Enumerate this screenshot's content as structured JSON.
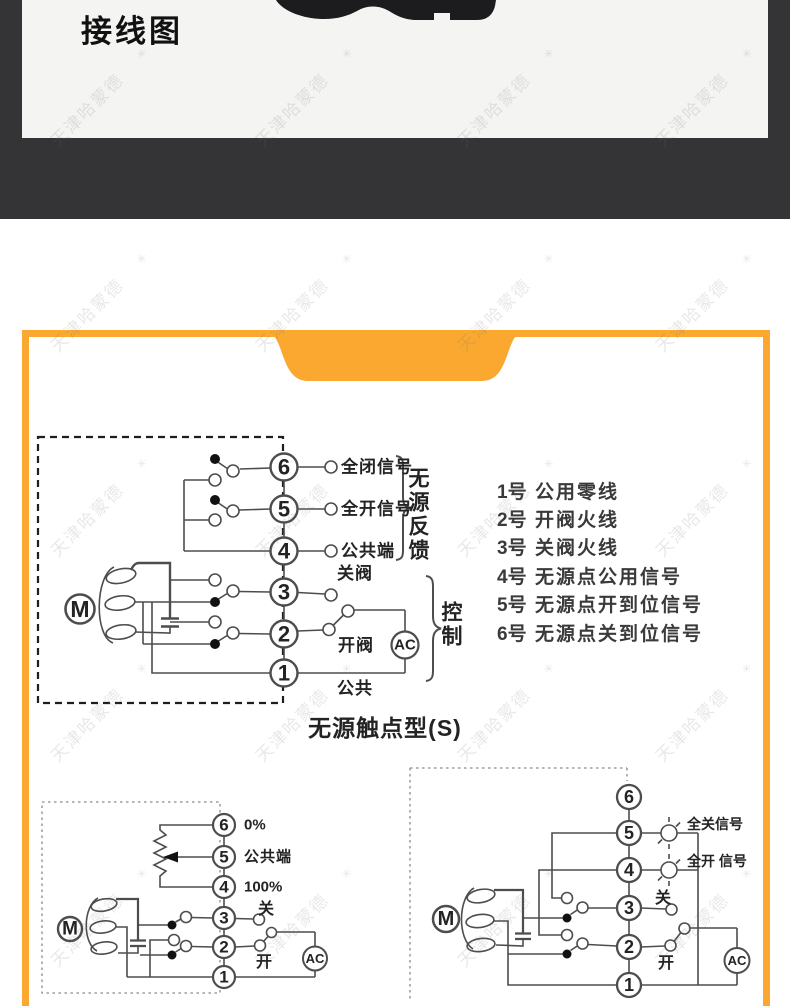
{
  "colors": {
    "accent": "#FAA830",
    "hero_band": "#343437",
    "photo_bg": "#f4f4f3",
    "line": "#4d4d4d",
    "ink": "#232323"
  },
  "watermark": {
    "text": "天津哈蒙德",
    "sparkle": "✳"
  },
  "panel": {
    "title": "接线图"
  },
  "main_diagram": {
    "terminals": [
      "6",
      "5",
      "4",
      "3",
      "2",
      "1"
    ],
    "labels": {
      "t6": "全闭信号",
      "t5": "全开信号",
      "t4": "公共端",
      "t3": "关阀",
      "t2": "开阀",
      "t1": "公共",
      "ac": "AC",
      "motor": "M",
      "feedback_brace": "无源反馈",
      "control_brace": "控制"
    },
    "caption": "无源触点型(S)"
  },
  "terminal_list": {
    "items": [
      {
        "num": "1号",
        "desc": "公用零线"
      },
      {
        "num": "2号",
        "desc": "开阀火线"
      },
      {
        "num": "3号",
        "desc": "关阀火线"
      },
      {
        "num": "4号",
        "desc": "无源点公用信号"
      },
      {
        "num": "5号",
        "desc": "无源点开到位信号"
      },
      {
        "num": "6号",
        "desc": "无源点关到位信号"
      }
    ]
  },
  "diagram_pot": {
    "terminals": [
      "6",
      "5",
      "4",
      "3",
      "2",
      "1"
    ],
    "labels": {
      "t6": "0%",
      "t5": "公共端",
      "t4": "100%",
      "t3": "关",
      "t2": "开",
      "ac": "AC",
      "motor": "M"
    }
  },
  "diagram_lamp": {
    "terminals": [
      "6",
      "5",
      "4",
      "3",
      "2",
      "1"
    ],
    "labels": {
      "t5": "全关信号",
      "t4": "全开 信号",
      "t3": "关",
      "t2": "开",
      "ac": "AC",
      "motor": "M"
    }
  }
}
